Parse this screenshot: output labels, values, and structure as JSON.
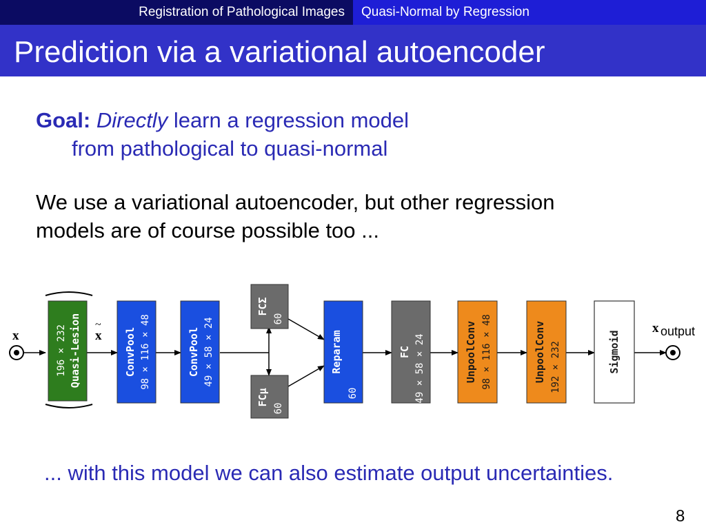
{
  "nav": {
    "section_left": "Registration of Pathological Images",
    "section_right": "Quasi-Normal by Regression"
  },
  "title": "Prediction via a variational autoencoder",
  "goal": {
    "label": "Goal:",
    "emph": "Directly",
    "rest": " learn a regression model",
    "line2": "from pathological to quasi-normal"
  },
  "body": {
    "line1": "We use a variational autoencoder, but other regression",
    "line2": "models are of course possible too ..."
  },
  "diagram": {
    "input_label": "x",
    "tilde_label": "x",
    "output_label": "x",
    "output_subscript": "output",
    "nodes": [
      {
        "key": "quasi-lesion",
        "name": "Quasi-Lesion",
        "dims": "196 × 232",
        "color": "#2e7d1e"
      },
      {
        "key": "convpool-1",
        "name": "ConvPool",
        "dims": "98 × 116 × 48",
        "color": "#1a4fe0"
      },
      {
        "key": "convpool-2",
        "name": "ConvPool",
        "dims": "49 × 58 × 24",
        "color": "#1a4fe0"
      },
      {
        "key": "fc-sigma",
        "name": "FCΣ",
        "dims": "60",
        "color": "#6b6b6b"
      },
      {
        "key": "fc-mu",
        "name": "FCμ",
        "dims": "60",
        "color": "#6b6b6b"
      },
      {
        "key": "reparam",
        "name": "Reparam",
        "dims": "60",
        "color": "#1a4fe0"
      },
      {
        "key": "fc",
        "name": "FC",
        "dims": "49 × 58 × 24",
        "color": "#6b6b6b"
      },
      {
        "key": "unpoolconv-1",
        "name": "UnpoolConv",
        "dims": "98 × 116 × 48",
        "color": "#ee8a1c"
      },
      {
        "key": "unpoolconv-2",
        "name": "UnpoolConv",
        "dims": "192 × 232",
        "color": "#ee8a1c"
      },
      {
        "key": "sigmoid",
        "name": "Sigmoid",
        "dims": "",
        "color": "#ffffff"
      }
    ]
  },
  "bottom_text": "... with this model we can also estimate output uncertainties.",
  "page_number": "8"
}
